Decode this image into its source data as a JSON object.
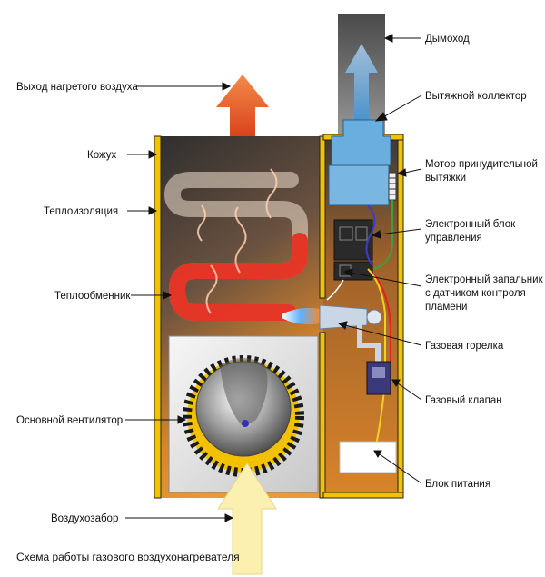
{
  "labels_left": {
    "hot_air_outlet": "Выход нагретого воздуха",
    "casing": "Кожух",
    "insulation": "Теплоизоляция",
    "heat_exchanger": "Теплообменник",
    "main_fan": "Основной вентилятор",
    "air_intake": "Воздухозабор"
  },
  "labels_right": {
    "flue": "Дымоход",
    "exhaust_collector": "Вытяжной коллектор",
    "draft_motor_line1": "Мотор принудительной",
    "draft_motor_line2": "вытяжки",
    "control_unit_line1": "Электронный блок",
    "control_unit_line2": "управления",
    "igniter_line1": "Электронный запальник",
    "igniter_line2": "с датчиком контроля",
    "igniter_line3": "пламени",
    "gas_burner": "Газовая горелка",
    "gas_valve": "Газовый клапан",
    "power_unit": "Блок питания"
  },
  "caption": "Схема работы газового воздухонагревателя",
  "colors": {
    "casing_yellow": "#f2c200",
    "hot_arrow": "#f05a28",
    "heat_exchanger_red": "#e82a1c",
    "exhaust_blue": "#4fa3dc",
    "intake_arrow": "#fbf0b0",
    "chamber_dark": "#3a3a3a",
    "chamber_orange": "#d8842a"
  }
}
